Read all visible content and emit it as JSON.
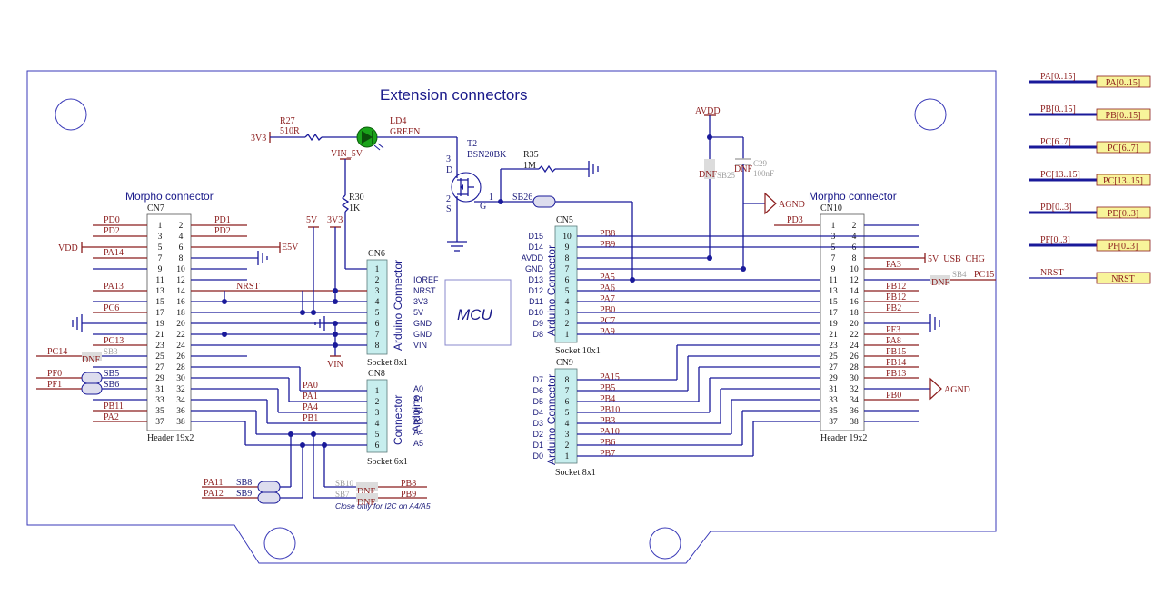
{
  "title": "Extension connectors",
  "mcu_label": "MCU",
  "morpho_left": {
    "heading": "Morpho connector",
    "ref": "CN7",
    "footer": "Header 19x2",
    "left_nets": [
      "PD0",
      "PD2",
      "VDD",
      "PA14",
      "",
      "PA13",
      "",
      "PC6",
      "",
      "",
      "PC13",
      "PC14",
      "PF0",
      "PF1",
      "",
      "PB11",
      "PA2"
    ],
    "right_nets": [
      "PD1",
      "PD2",
      "E5V",
      "",
      "",
      "NRST",
      "",
      "",
      "",
      "",
      "",
      "",
      "",
      "",
      "",
      "",
      ""
    ],
    "pins_left": [
      "1",
      "3",
      "5",
      "7",
      "9",
      "11",
      "13",
      "15",
      "17",
      "19",
      "21",
      "23",
      "25",
      "27",
      "29",
      "31",
      "33",
      "35",
      "37"
    ],
    "pins_right": [
      "2",
      "4",
      "6",
      "8",
      "10",
      "12",
      "14",
      "16",
      "18",
      "20",
      "22",
      "24",
      "26",
      "28",
      "30",
      "32",
      "34",
      "36",
      "38"
    ]
  },
  "morpho_right": {
    "heading": "Morpho connector",
    "ref": "CN10",
    "footer": "Header 19x2",
    "top_net": "PD3",
    "right_nets": [
      "",
      "",
      "",
      "5V_USB_CHG",
      "PA3",
      "PC15",
      "PB12",
      "PB12",
      "PB2",
      "",
      "PF3",
      "PA8",
      "PB15",
      "PB14",
      "PB13",
      "PB0",
      "",
      "",
      ""
    ],
    "pins_left": [
      "1",
      "3",
      "5",
      "7",
      "9",
      "11",
      "13",
      "15",
      "17",
      "19",
      "21",
      "23",
      "25",
      "27",
      "29",
      "31",
      "33",
      "35",
      "37"
    ],
    "pins_right": [
      "2",
      "4",
      "6",
      "8",
      "10",
      "12",
      "14",
      "16",
      "18",
      "20",
      "22",
      "24",
      "26",
      "28",
      "30",
      "32",
      "34",
      "36",
      "38"
    ]
  },
  "cn6": {
    "ref": "CN6",
    "vert_label": "Arduino Connector",
    "footer": "Socket 8x1",
    "pins": [
      "1",
      "2",
      "3",
      "4",
      "5",
      "6",
      "7",
      "8"
    ],
    "names": [
      "IOREF",
      "NRST",
      "3V3",
      "5V",
      "GND",
      "GND",
      "VIN"
    ]
  },
  "cn8": {
    "ref": "CN8",
    "vert_label_1": "Arduino",
    "vert_label_2": "Connector",
    "footer": "Socket 6x1",
    "pins": [
      "1",
      "2",
      "3",
      "4",
      "5",
      "6"
    ],
    "names": [
      "A0",
      "A1",
      "A2",
      "A3",
      "A4",
      "A5"
    ],
    "nets": [
      "PA0",
      "PA1",
      "PA4",
      "PB1"
    ]
  },
  "cn5": {
    "ref": "CN5",
    "vert_label": "Arduino Connector",
    "footer": "Socket 10x1",
    "pins": [
      "10",
      "9",
      "8",
      "7",
      "6",
      "5",
      "4",
      "3",
      "2",
      "1"
    ],
    "names": [
      "D15",
      "D14",
      "AVDD",
      "GND",
      "D13",
      "D12",
      "D11",
      "D10",
      "D9",
      "D8"
    ],
    "nets": [
      "PB8",
      "PB9",
      "",
      "",
      "PA5",
      "PA6",
      "PA7",
      "PB0",
      "PC7",
      "PA9"
    ]
  },
  "cn9": {
    "ref": "CN9",
    "vert_label": "Arduino Connector",
    "footer": "Socket 8x1",
    "pins": [
      "8",
      "7",
      "6",
      "5",
      "4",
      "3",
      "2",
      "1"
    ],
    "names": [
      "D7",
      "D6",
      "D5",
      "D4",
      "D3",
      "D2",
      "D1",
      "D0"
    ],
    "nets": [
      "PA15",
      "PB5",
      "PB4",
      "PB10",
      "PB3",
      "PA10",
      "PB6",
      "PB7"
    ]
  },
  "parts": {
    "r27_ref": "R27",
    "r27_val": "510R",
    "ld4_ref": "LD4",
    "ld4_val": "GREEN",
    "t2_ref": "T2",
    "t2_val": "BSN20BK",
    "r35_ref": "R35",
    "r35_val": "1M",
    "r30_ref": "R30",
    "r30_val": "1K",
    "c29_ref": "C29",
    "c29_val": "100nF",
    "sb25": "SB25",
    "sb26": "SB26",
    "sb3": "SB3",
    "sb4": "SB4",
    "sb5": "SB5",
    "sb6": "SB6",
    "sb7": "SB7",
    "sb8": "SB8",
    "sb9": "SB9",
    "sb10": "SB10",
    "dnf": "DNF",
    "net_3v3": "3V3",
    "net_vin5": "VIN_5V",
    "net_5v": "5V",
    "net_3v3b": "3V3",
    "net_avdd": "AVDD",
    "net_agnd": "AGND",
    "net_vin": "VIN",
    "net_pa11": "PA11",
    "net_pa12": "PA12",
    "net_pb8": "PB8",
    "net_pb9": "PB9",
    "i2c_note": "Close only for I2C on A4/A5",
    "t2_pin_d": "D",
    "t2_pin_s": "S",
    "t2_pin_g": "G",
    "t2_pin_1": "1",
    "t2_pin_2": "2",
    "t2_pin_3": "3"
  },
  "ports": [
    {
      "net": "PA[0..15]",
      "label": "PA[0..15]"
    },
    {
      "net": "PB[0..15]",
      "label": "PB[0..15]"
    },
    {
      "net": "PC[6..7]",
      "label": "PC[6..7]"
    },
    {
      "net": "PC[13..15]",
      "label": "PC[13..15]"
    },
    {
      "net": "PD[0..3]",
      "label": "PD[0..3]"
    },
    {
      "net": "PF[0..3]",
      "label": "PF[0..3]"
    },
    {
      "net": "NRST",
      "label": "NRST"
    }
  ],
  "colors": {
    "wire": "#1a1a9a",
    "net": "#8b1c1c",
    "socket": "#c7eeee",
    "port": "#f8f49a",
    "led": "#1aa31a"
  }
}
